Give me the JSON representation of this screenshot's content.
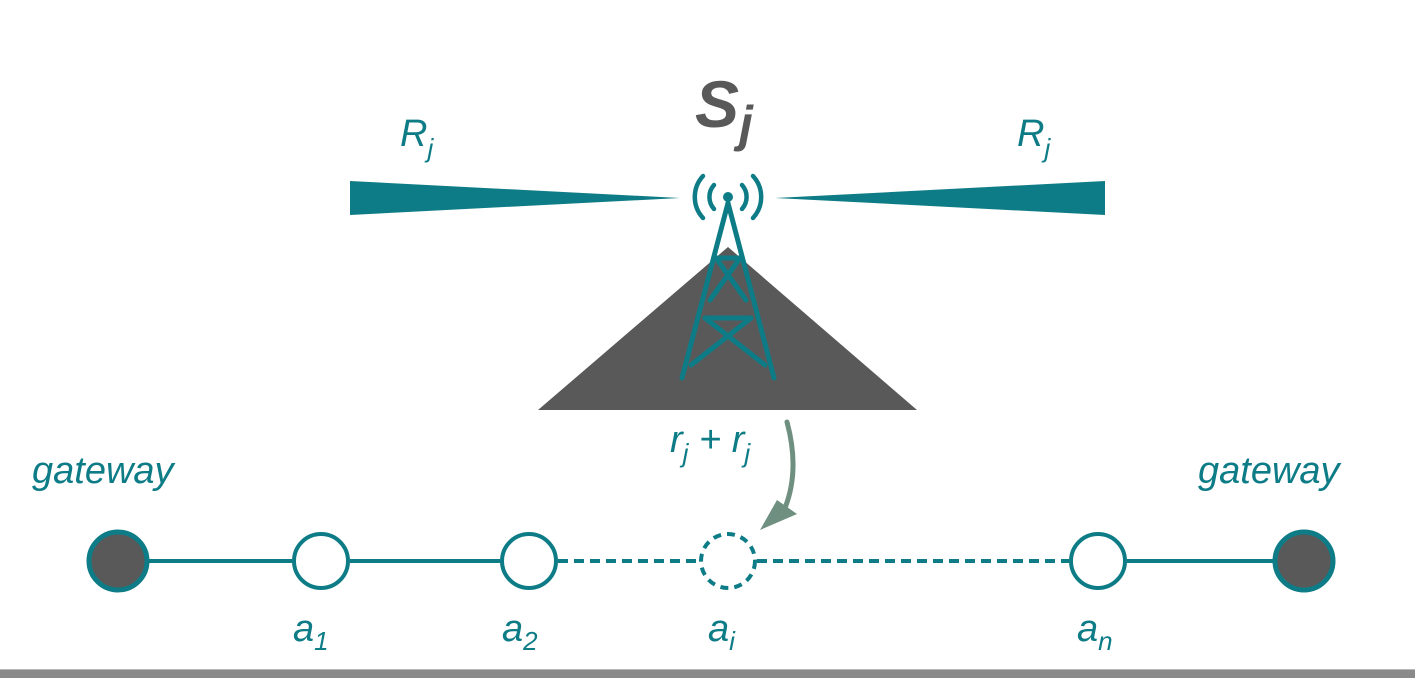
{
  "colors": {
    "teal": "#0e7c86",
    "dark_gray": "#595959",
    "arrow": "#6f8f80",
    "white": "#ffffff"
  },
  "title": {
    "base": "S",
    "sub": "j"
  },
  "range_left": {
    "base": "R",
    "sub": "j"
  },
  "range_right": {
    "base": "R",
    "sub": "j"
  },
  "footprint": {
    "a": "r",
    "a_sub": "j",
    "op": " + ",
    "b": "r",
    "b_sub": "j"
  },
  "gateway_left": "gateway",
  "gateway_right": "gateway",
  "nodes": [
    {
      "base": "a",
      "sub": "1"
    },
    {
      "base": "a",
      "sub": "2"
    },
    {
      "base": "a",
      "sub": "i"
    },
    {
      "base": "a",
      "sub": "n"
    }
  ],
  "icons": [
    "antenna-tower-icon",
    "radio-waves-icon"
  ]
}
